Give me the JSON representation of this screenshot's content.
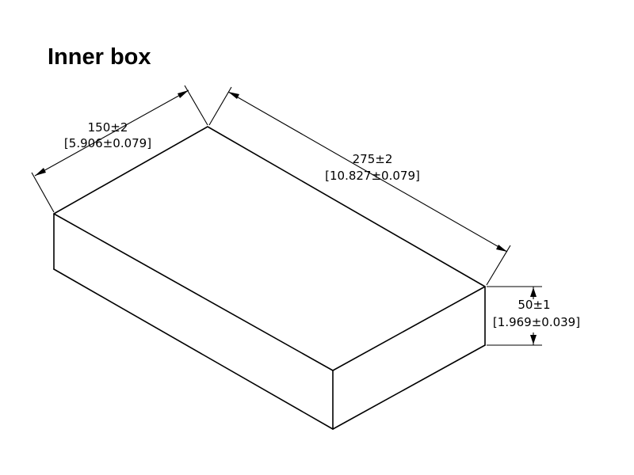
{
  "title": "Inner box",
  "dimensions": {
    "width": {
      "metric": "150±2",
      "imperial": "[5.906±0.079]"
    },
    "length": {
      "metric": "275±2",
      "imperial": "[10.827±0.079]"
    },
    "height": {
      "metric": "50±1",
      "imperial": "[1.969±0.039]"
    }
  }
}
